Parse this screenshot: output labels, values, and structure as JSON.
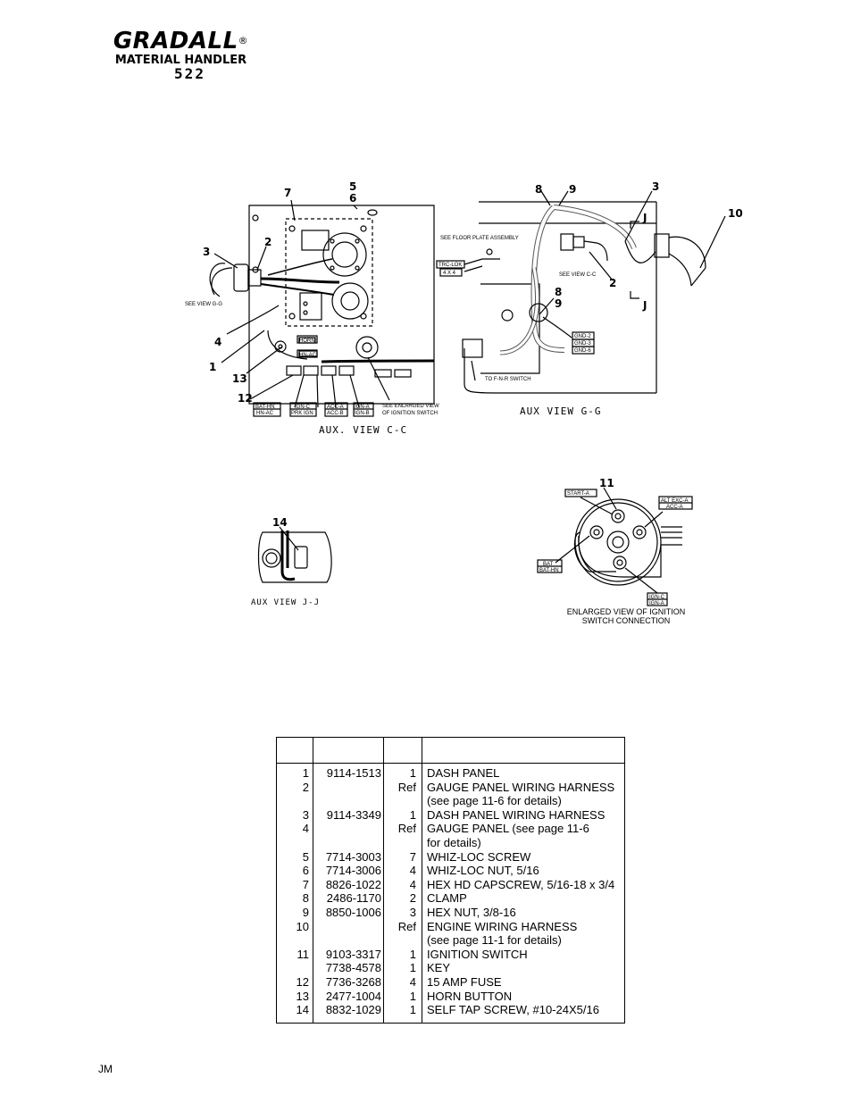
{
  "header": {
    "brand": "GRADALL",
    "registered": "®",
    "subtitle": "MATERIAL HANDLER",
    "model": "522"
  },
  "diagram": {
    "view_cc": {
      "caption": "AUX. VIEW C-C",
      "callouts": [
        "7",
        "5",
        "6",
        "3",
        "2",
        "4",
        "1",
        "13",
        "12"
      ],
      "labels": {
        "see_view_gg": "SEE VIEW G-G",
        "horn": "HORN",
        "hn_ac": "HN-AC",
        "bat_hn": "BAT-HN",
        "hn_ac2": "HN-AC",
        "ign_c": "IGN-C",
        "prk_ign": "PRK IGN",
        "acc_a": "ACC-A",
        "acc_b": "ACC-B",
        "ign_a": "IGN-A",
        "ign_b": "IGN-B",
        "enlarged_1": "SEE ENLARGED VIEW",
        "enlarged_2": "OF IGNITION SWITCH"
      }
    },
    "view_gg": {
      "caption": "AUX VIEW G-G",
      "callouts": [
        "8",
        "9",
        "3",
        "10",
        "2",
        "8",
        "9"
      ],
      "labels": {
        "floor_plate": "SEE FLOOR PLATE ASSEMBLY",
        "trc_lok": "TRC-LOK",
        "four_x_four": "4 X 4",
        "see_view_cc": "SEE VIEW C-C",
        "j_top": "J",
        "j_bottom": "J",
        "gnd_2": "GND-2",
        "gnd_3": "GND-3",
        "gnd_6": "GND-6",
        "fnr": "TO F-N-R SWITCH"
      }
    },
    "view_jj": {
      "caption": "AUX VIEW J-J",
      "callout": "14"
    },
    "ignition": {
      "callout": "11",
      "labels": {
        "start_a": "START-A",
        "alt_exc_a": "ALT EXC-A",
        "acc_a": "ACC-A",
        "bat": "BAT",
        "bat_hn": "BAT-HN",
        "ign_c": "IGN-C",
        "ign_a": "IGN-A"
      },
      "caption_line1": "ENLARGED VIEW OF IGNITION",
      "caption_line2": "SWITCH CONNECTION"
    }
  },
  "parts_table": {
    "headers": [
      "",
      "",
      "",
      ""
    ],
    "rows": [
      {
        "item": "1",
        "part": "9114-1513",
        "qty": "1",
        "desc": "DASH PANEL"
      },
      {
        "item": "2",
        "part": "",
        "qty": "Ref",
        "desc": "GAUGE PANEL WIRING HARNESS"
      },
      {
        "item": "",
        "part": "",
        "qty": "",
        "desc": "(see page 11-6 for details)"
      },
      {
        "item": "3",
        "part": "9114-3349",
        "qty": "1",
        "desc": "DASH PANEL WIRING HARNESS"
      },
      {
        "item": "4",
        "part": "",
        "qty": "Ref",
        "desc": "GAUGE PANEL (see page 11-6"
      },
      {
        "item": "",
        "part": "",
        "qty": "",
        "desc": "for details)"
      },
      {
        "item": "5",
        "part": "7714-3003",
        "qty": "7",
        "desc": "WHIZ-LOC SCREW"
      },
      {
        "item": "6",
        "part": "7714-3006",
        "qty": "4",
        "desc": "WHIZ-LOC NUT, 5/16"
      },
      {
        "item": "7",
        "part": "8826-1022",
        "qty": "4",
        "desc": "HEX HD CAPSCREW, 5/16-18 x 3/4"
      },
      {
        "item": "8",
        "part": "2486-1170",
        "qty": "2",
        "desc": "CLAMP"
      },
      {
        "item": "9",
        "part": "8850-1006",
        "qty": "3",
        "desc": "HEX NUT, 3/8-16"
      },
      {
        "item": "10",
        "part": "",
        "qty": "Ref",
        "desc": "ENGINE WIRING HARNESS"
      },
      {
        "item": "",
        "part": "",
        "qty": "",
        "desc": "(see page 11-1 for details)"
      },
      {
        "item": "11",
        "part": "9103-3317",
        "qty": "1",
        "desc": "IGNITION SWITCH"
      },
      {
        "item": "",
        "part": "7738-4578",
        "qty": "1",
        "desc": "KEY"
      },
      {
        "item": "12",
        "part": "7736-3268",
        "qty": "4",
        "desc": "15 AMP FUSE"
      },
      {
        "item": "13",
        "part": "2477-1004",
        "qty": "1",
        "desc": "HORN BUTTON"
      },
      {
        "item": "14",
        "part": "8832-1029",
        "qty": "1",
        "desc": "SELF TAP SCREW, #10-24X5/16"
      }
    ]
  },
  "footer": {
    "initials": "JM"
  }
}
